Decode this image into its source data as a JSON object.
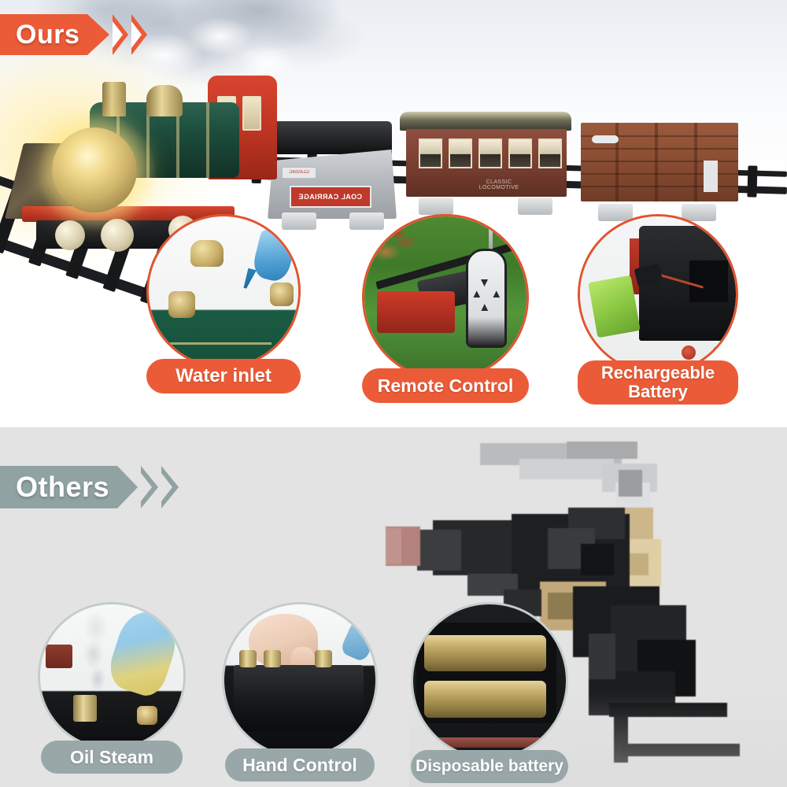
{
  "page": {
    "type": "product-comparison-infographic",
    "colors": {
      "accent_orange": "#ec5b37",
      "accent_orange_border": "#e0542f",
      "others_gray": "#90a2a2",
      "others_pill_gray": "#9aa7a8",
      "others_disc_border": "#c4cccd",
      "others_background": "#e3e3e3",
      "ours_background": "#ffffff"
    }
  },
  "ours_section": {
    "banner_label": "Ours",
    "product": {
      "locomotive": {
        "body_color": "#1d4c3c",
        "cab_color": "#bd3423",
        "headlight": "lit"
      },
      "cars": [
        {
          "name": "coal-carriage",
          "plate_text": "COAL CARRIAGE",
          "tag_text": "CLASSIC",
          "color": "#b4b8bd"
        },
        {
          "name": "passenger-car",
          "body_text": "CLASSIC LOCOMOTIVE",
          "color": "#7b4031"
        },
        {
          "name": "freight-car",
          "color": "#8b4e33"
        }
      ]
    },
    "callouts": [
      {
        "id": "water-inlet",
        "label": "Water inlet",
        "scene": "brass-valve-and-blue-dropper-bottle-filling-green-boiler"
      },
      {
        "id": "remote-control",
        "label": "Remote Control",
        "scene": "train-on-grass-with-handheld-remote"
      },
      {
        "id": "rechargeable-battery",
        "label": "Rechargeable Battery",
        "scene": "green-rechargeable-battery-pack-with-connector"
      }
    ]
  },
  "others_section": {
    "banner_label": "Others",
    "product": {
      "locomotive": {
        "body_color": "#1a1b1d",
        "appearance": "pixelated-blurred"
      }
    },
    "callouts": [
      {
        "id": "oil-steam",
        "label": "Oil Steam",
        "scene": "oil-bottle-poured-into-black-locomotive-with-white-smoke"
      },
      {
        "id": "hand-control",
        "label": "Hand Control",
        "scene": "hand-reaching-to-switch-on-black-locomotive"
      },
      {
        "id": "disposable-battery",
        "label": "Disposable battery",
        "scene": "two-aa-disposable-batteries-in-tray"
      }
    ]
  }
}
